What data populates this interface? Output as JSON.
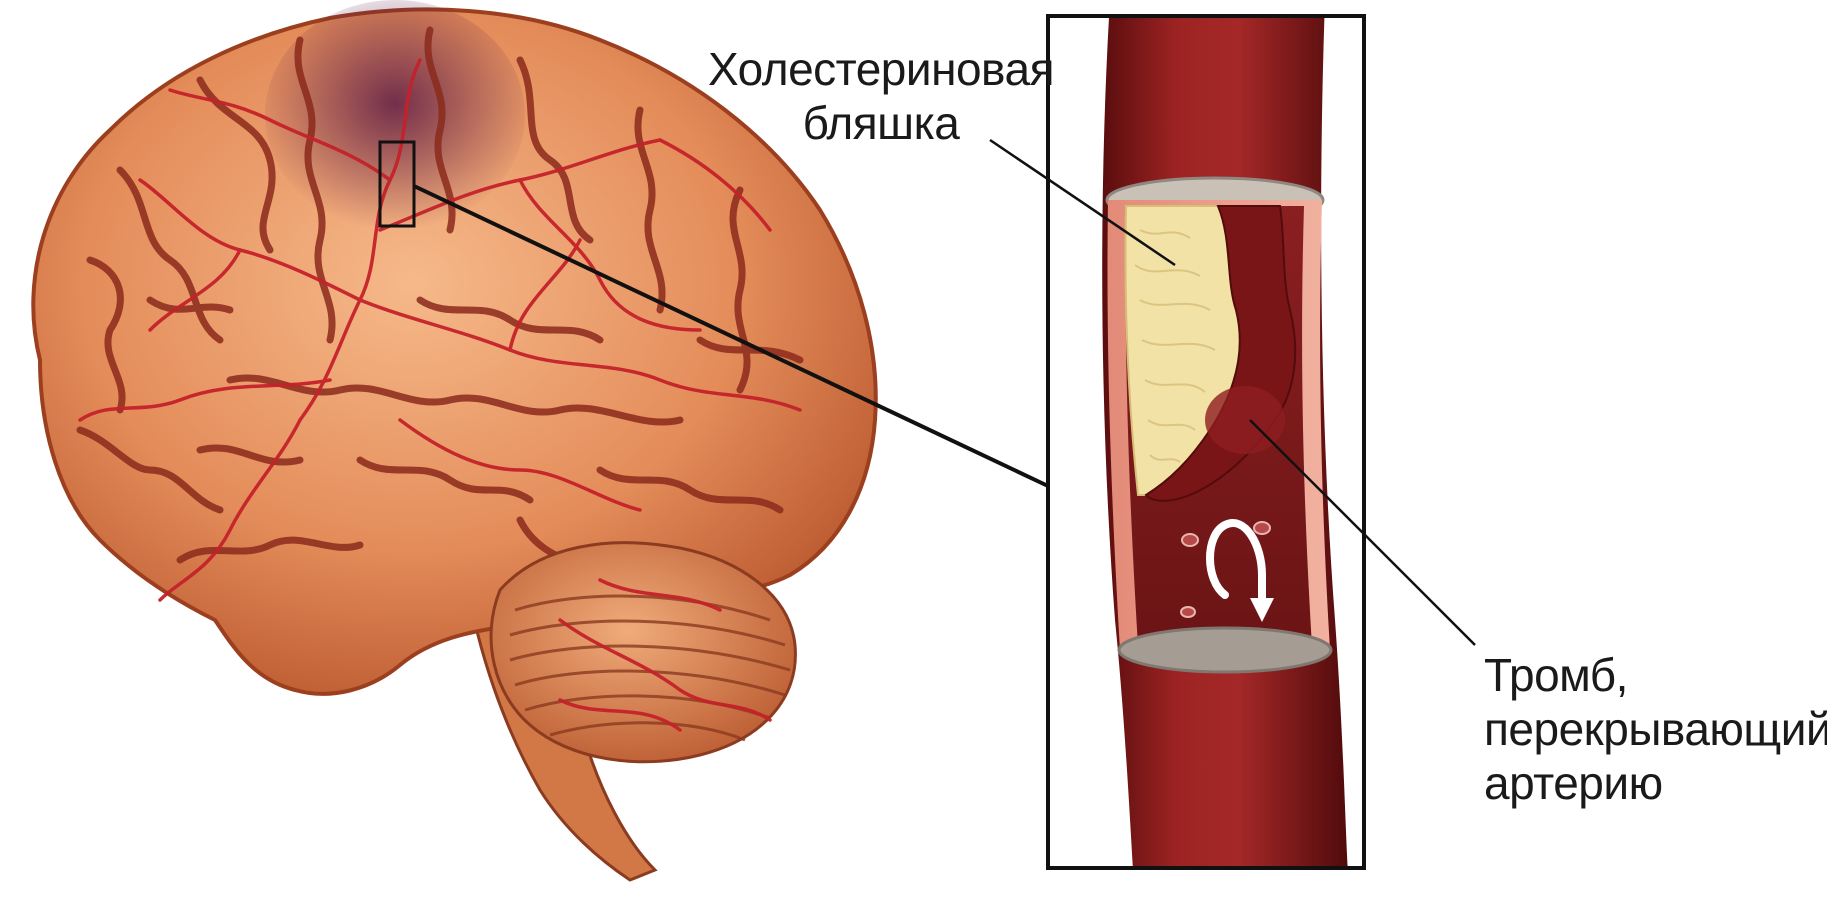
{
  "labels": {
    "plaque": {
      "line1": "Холестериновая",
      "line2": "бляшка"
    },
    "thrombus": {
      "line1": "Тромб,",
      "line2": "перекрывающий",
      "line3": "артерию"
    }
  },
  "colors": {
    "brain_fill": "#e9925f",
    "brain_shade": "#c9663d",
    "gyri_groove": "#8b2a1c",
    "vessel": "#c4222a",
    "ischemia": "#6b1f4a",
    "artery": "#8e1c1c",
    "artery_dark": "#5e0f10",
    "plaque": "#f3e2a6",
    "frame": "#111111",
    "arrow": "#ffffff"
  }
}
